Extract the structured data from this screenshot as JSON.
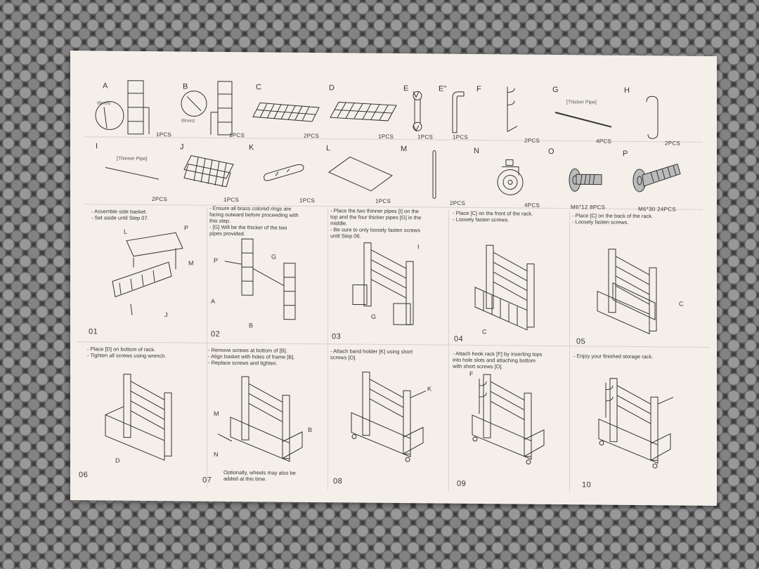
{
  "parts": [
    {
      "letter": "A",
      "qty": "1PCS",
      "sub": "(Brass)"
    },
    {
      "letter": "B",
      "qty": "1PCS",
      "sub": "(Brass)"
    },
    {
      "letter": "C",
      "qty": "2PCS"
    },
    {
      "letter": "D",
      "qty": "1PCS"
    },
    {
      "letter": "E",
      "qty": "1PCS"
    },
    {
      "letter": "E\"",
      "qty": "1PCS"
    },
    {
      "letter": "F",
      "qty": "2PCS"
    },
    {
      "letter": "G",
      "qty": "4PCS",
      "sub": "[Thicker Pipe]"
    },
    {
      "letter": "H",
      "qty": "2PCS"
    },
    {
      "letter": "I",
      "qty": "2PCS",
      "sub": "[Thinner Pipe]"
    },
    {
      "letter": "J",
      "qty": "1PCS"
    },
    {
      "letter": "K",
      "qty": "1PCS"
    },
    {
      "letter": "L",
      "qty": "1PCS"
    },
    {
      "letter": "M",
      "qty": "2PCS"
    },
    {
      "letter": "N",
      "qty": "4PCS"
    },
    {
      "letter": "O",
      "qty": "M6*12 8PCS"
    },
    {
      "letter": "P",
      "qty": "M6*30 24PCS"
    }
  ],
  "steps": [
    {
      "num": "01",
      "text": "- Assemble side basket.\n- Set aside until Step 07."
    },
    {
      "num": "02",
      "text": "- Ensure all brass colored rings are\nfacing outward before proceeding with\nthis step.\n- [G] Will be the thicker of the two\npipes provided."
    },
    {
      "num": "03",
      "text": "- Place the two thinner pipes [I] on the\ntop and the four thicker pipes [G] in the\nmiddle.\n- Be sure to only loosely fasten screws\nuntil Step 06."
    },
    {
      "num": "04",
      "text": "- Place [C] on the front of the rack.\n- Loosely fasten screws."
    },
    {
      "num": "05",
      "text": "- Place [C] on the back of the rack.\n- Loosely fasten screws."
    },
    {
      "num": "06",
      "text": "- Place [D] on bottom of rack.\n- Tighten all screws using wrench."
    },
    {
      "num": "07",
      "text": "- Remove screws at bottom of [B].\n- Align basket with holes of frame [B].\n- Replace screws and tighten.",
      "extra": "Optionally, wheels may also be\nadded at this time."
    },
    {
      "num": "08",
      "text": "- Attach band holder [K] using short\nscrews [O]."
    },
    {
      "num": "09",
      "text": "- Attach hook rack [F] by inserting tops\ninto hole slots and attaching bottom\nwith short screws [O]."
    },
    {
      "num": "10",
      "text": "- Enjoy your finished storage rack."
    }
  ],
  "callouts": {
    "s1": [
      "L",
      "P",
      "M",
      "J"
    ],
    "s2": [
      "P",
      "G",
      "A",
      "B"
    ],
    "s3": [
      "I",
      "G"
    ],
    "s4": [
      "C"
    ],
    "s5": [
      "C"
    ],
    "s6": [
      "D"
    ],
    "s7": [
      "M",
      "B",
      "N"
    ],
    "s8": [
      "K"
    ],
    "s9": [
      "F"
    ]
  }
}
